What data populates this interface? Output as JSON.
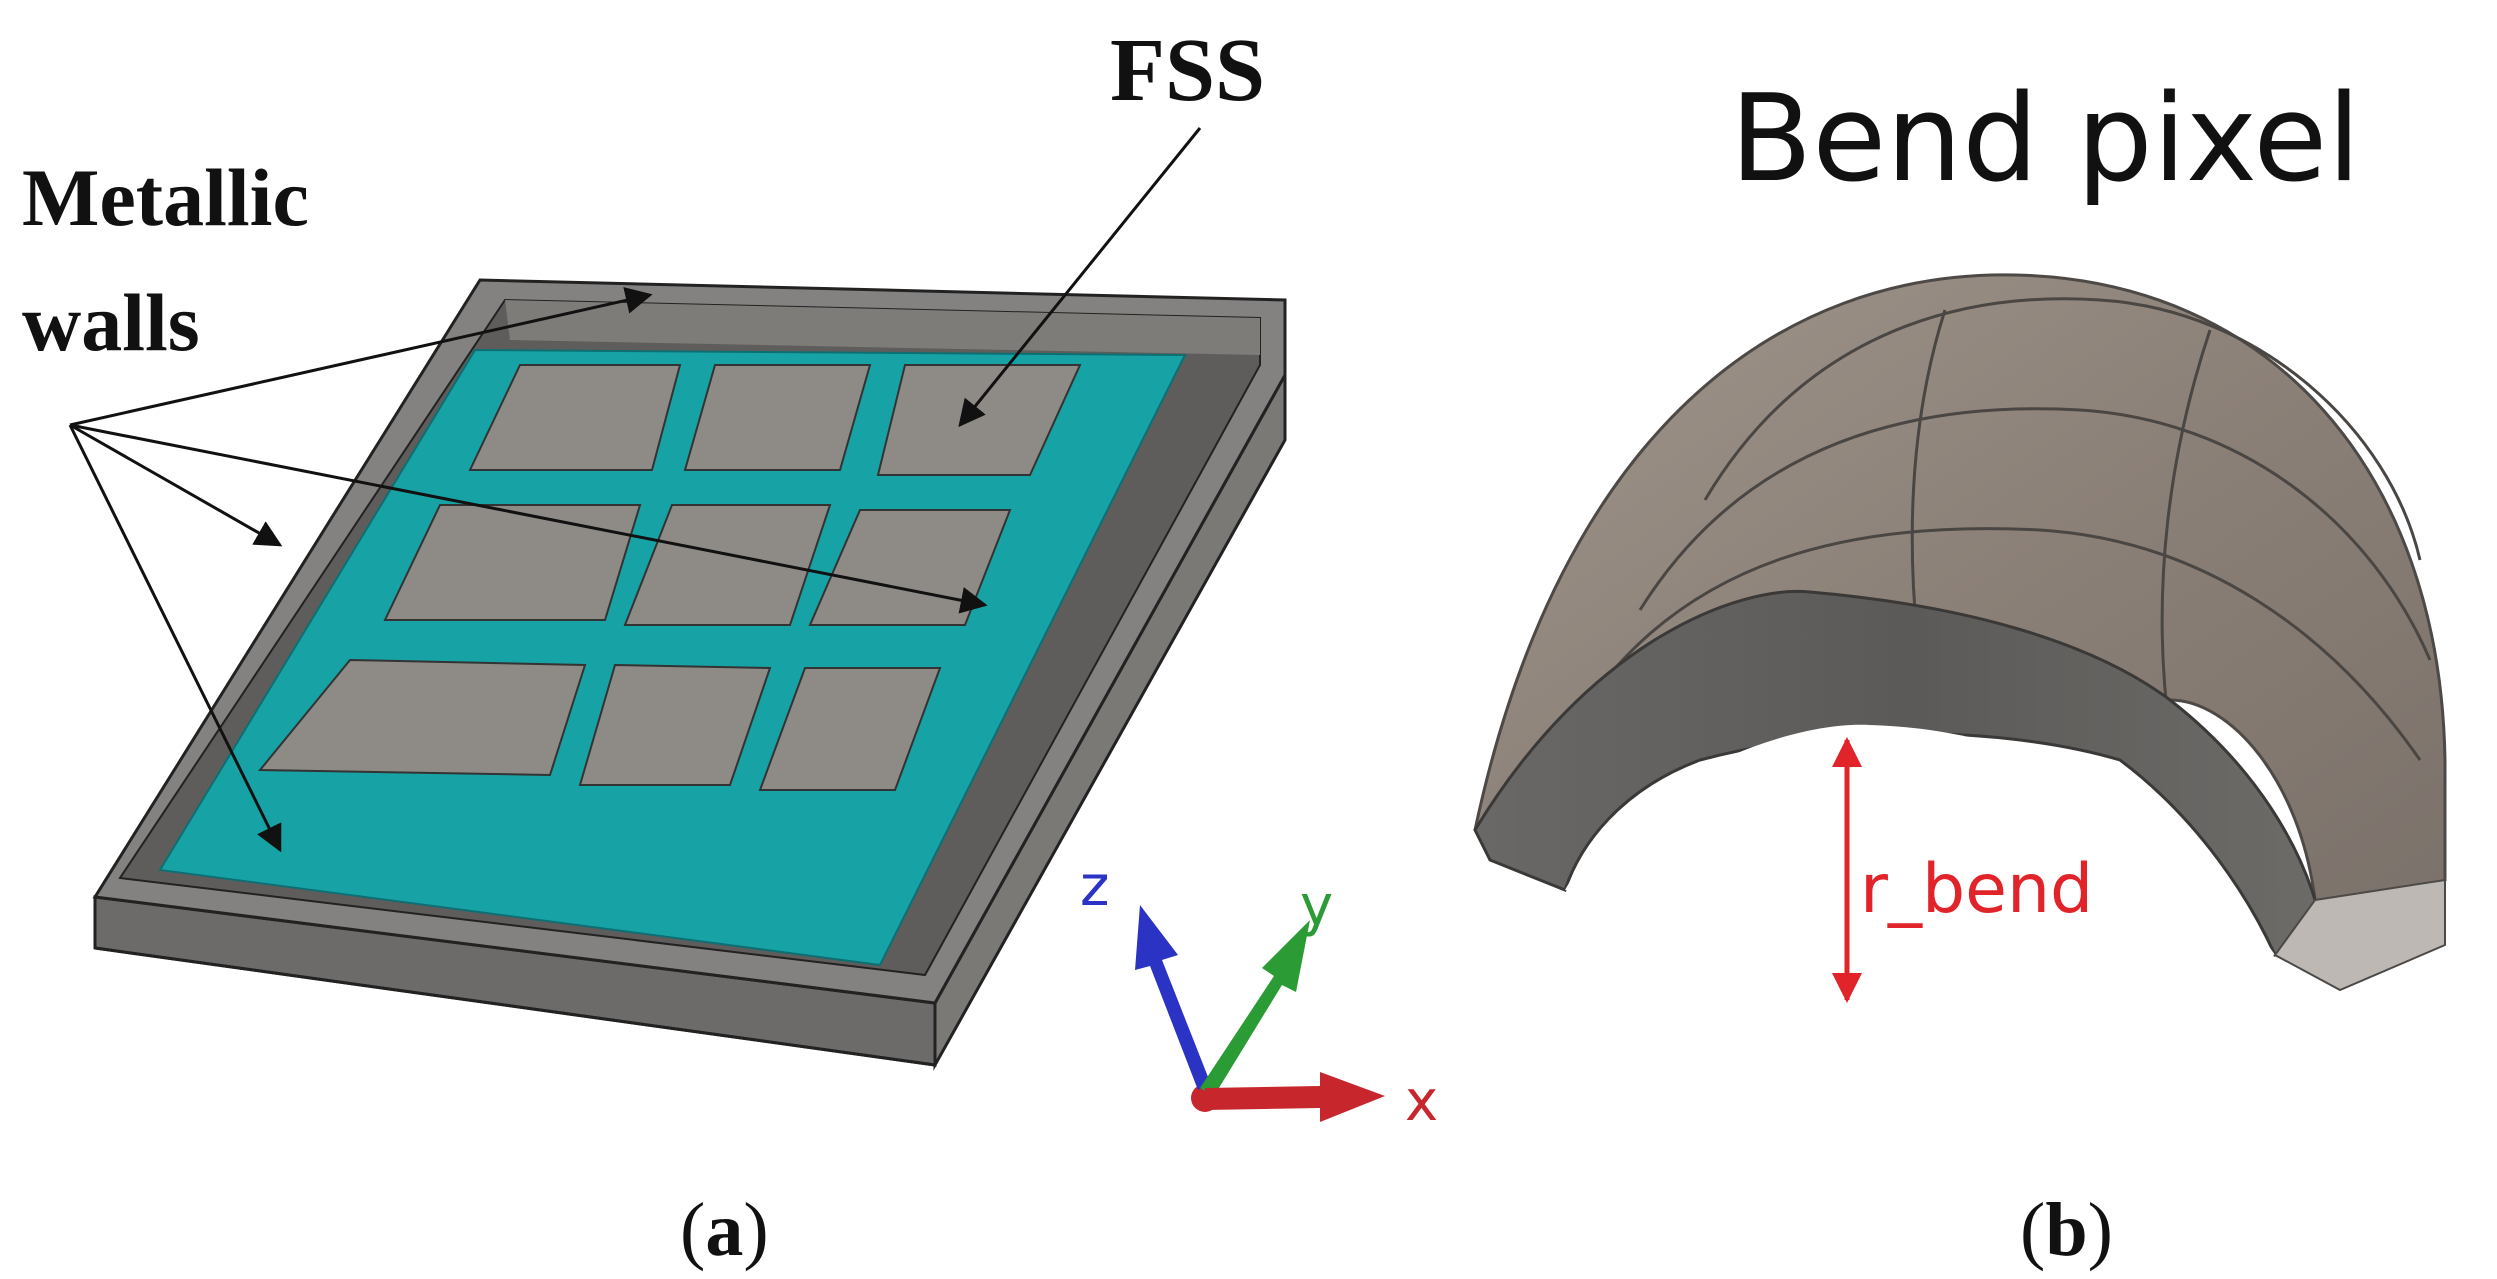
{
  "panel_a": {
    "label_walls_line1": "Metallic",
    "label_walls_line2": "walls",
    "label_fss": "FSS",
    "axis_z": "z",
    "axis_y": "y",
    "axis_x": "x",
    "caption_open": "(",
    "caption_letter": "a",
    "caption_close": ")"
  },
  "panel_b": {
    "title": "Bend pixel",
    "radius_label": "r_bend",
    "caption_open": "(",
    "caption_letter": "b",
    "caption_close": ")"
  },
  "colors": {
    "substrate_teal": "#17a3a6",
    "patch_grey": "#8e8a86",
    "wall_grey": "#6f6d6a",
    "bend_surface": "#8d8178",
    "bend_edge": "#6a6663",
    "dimension_red": "#e0242a",
    "axis_blue": "#2a33c4",
    "axis_green": "#2a9b35",
    "axis_red": "#c7262c"
  }
}
